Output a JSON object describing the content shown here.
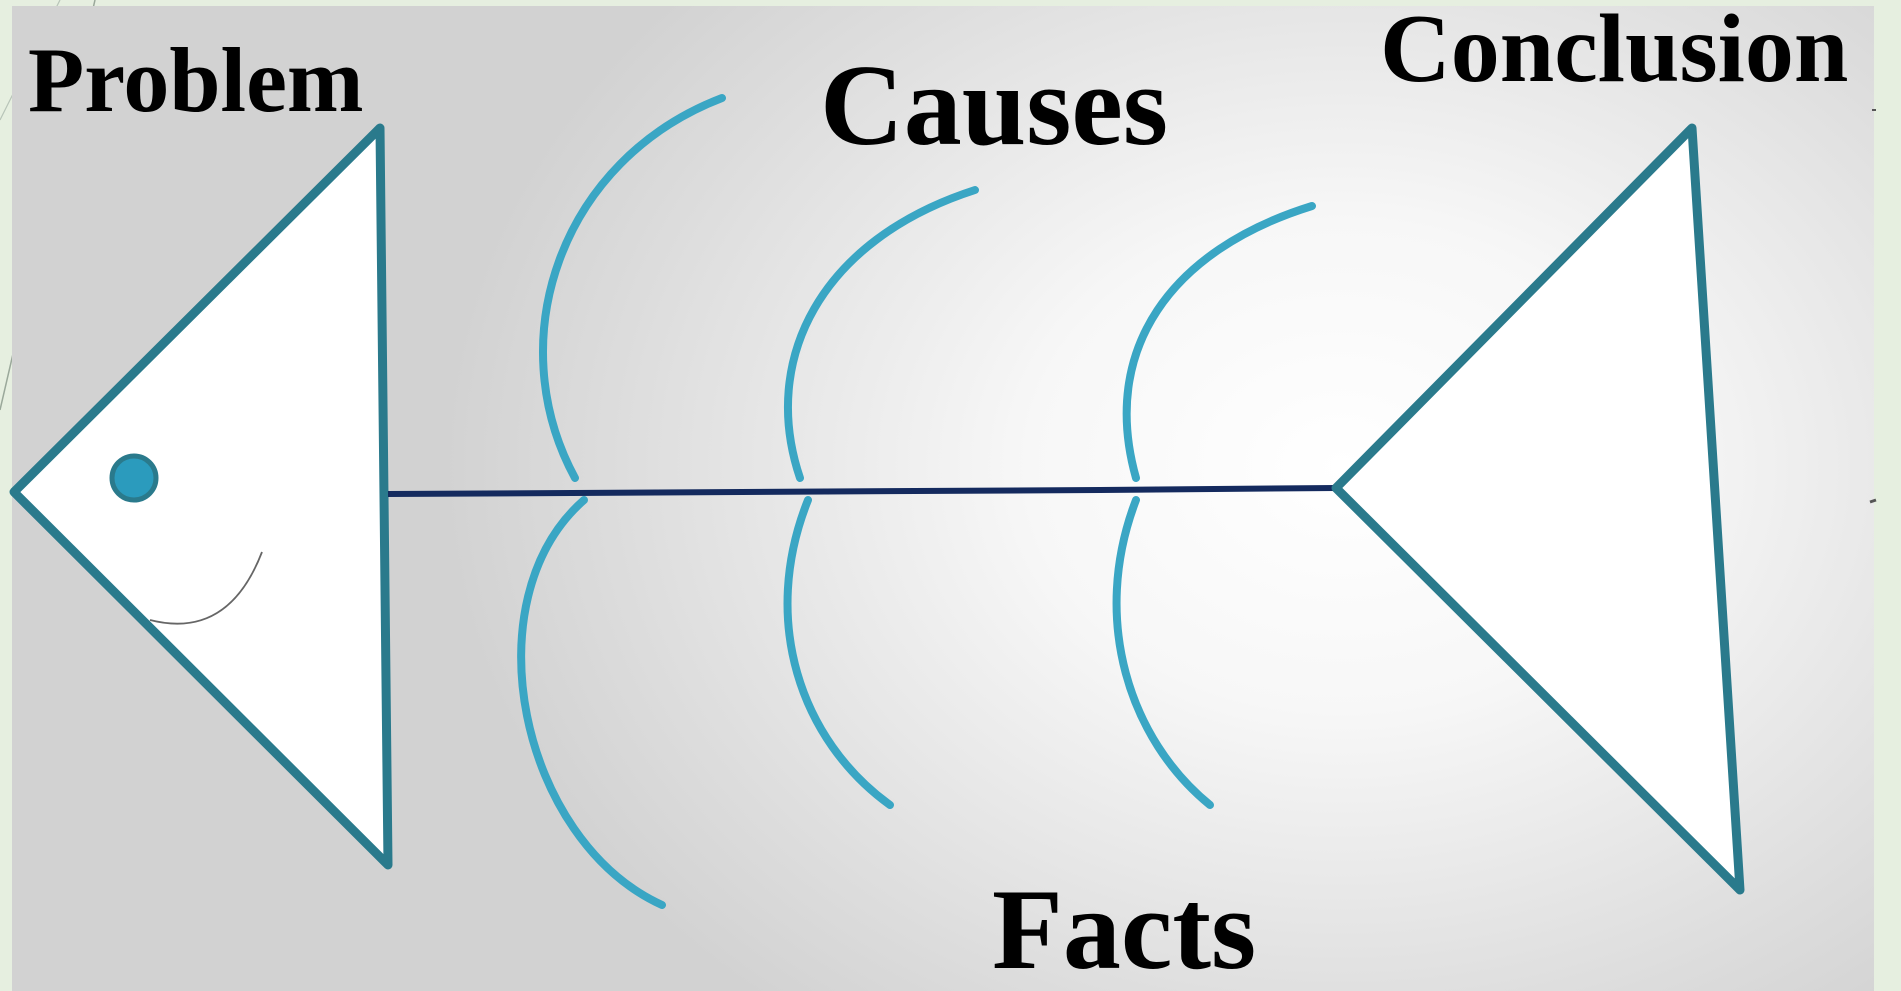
{
  "diagram": {
    "type": "fishbone",
    "labels": {
      "problem": "Problem",
      "causes": "Causes",
      "conclusion": "Conclusion",
      "facts": "Facts"
    },
    "colors": {
      "bone": "#3aa6c4",
      "outline": "#2a7a8c",
      "spine": "#142a5e",
      "eye": "#2b9bbd",
      "fill": "#ffffff",
      "text": "#000000",
      "slide_background": "#e6efe0"
    },
    "icons": {
      "head": "fish-head-triangle",
      "tail": "fish-tail-triangle",
      "eye": "fish-eye-icon",
      "mouth": "fish-mouth-icon"
    }
  }
}
